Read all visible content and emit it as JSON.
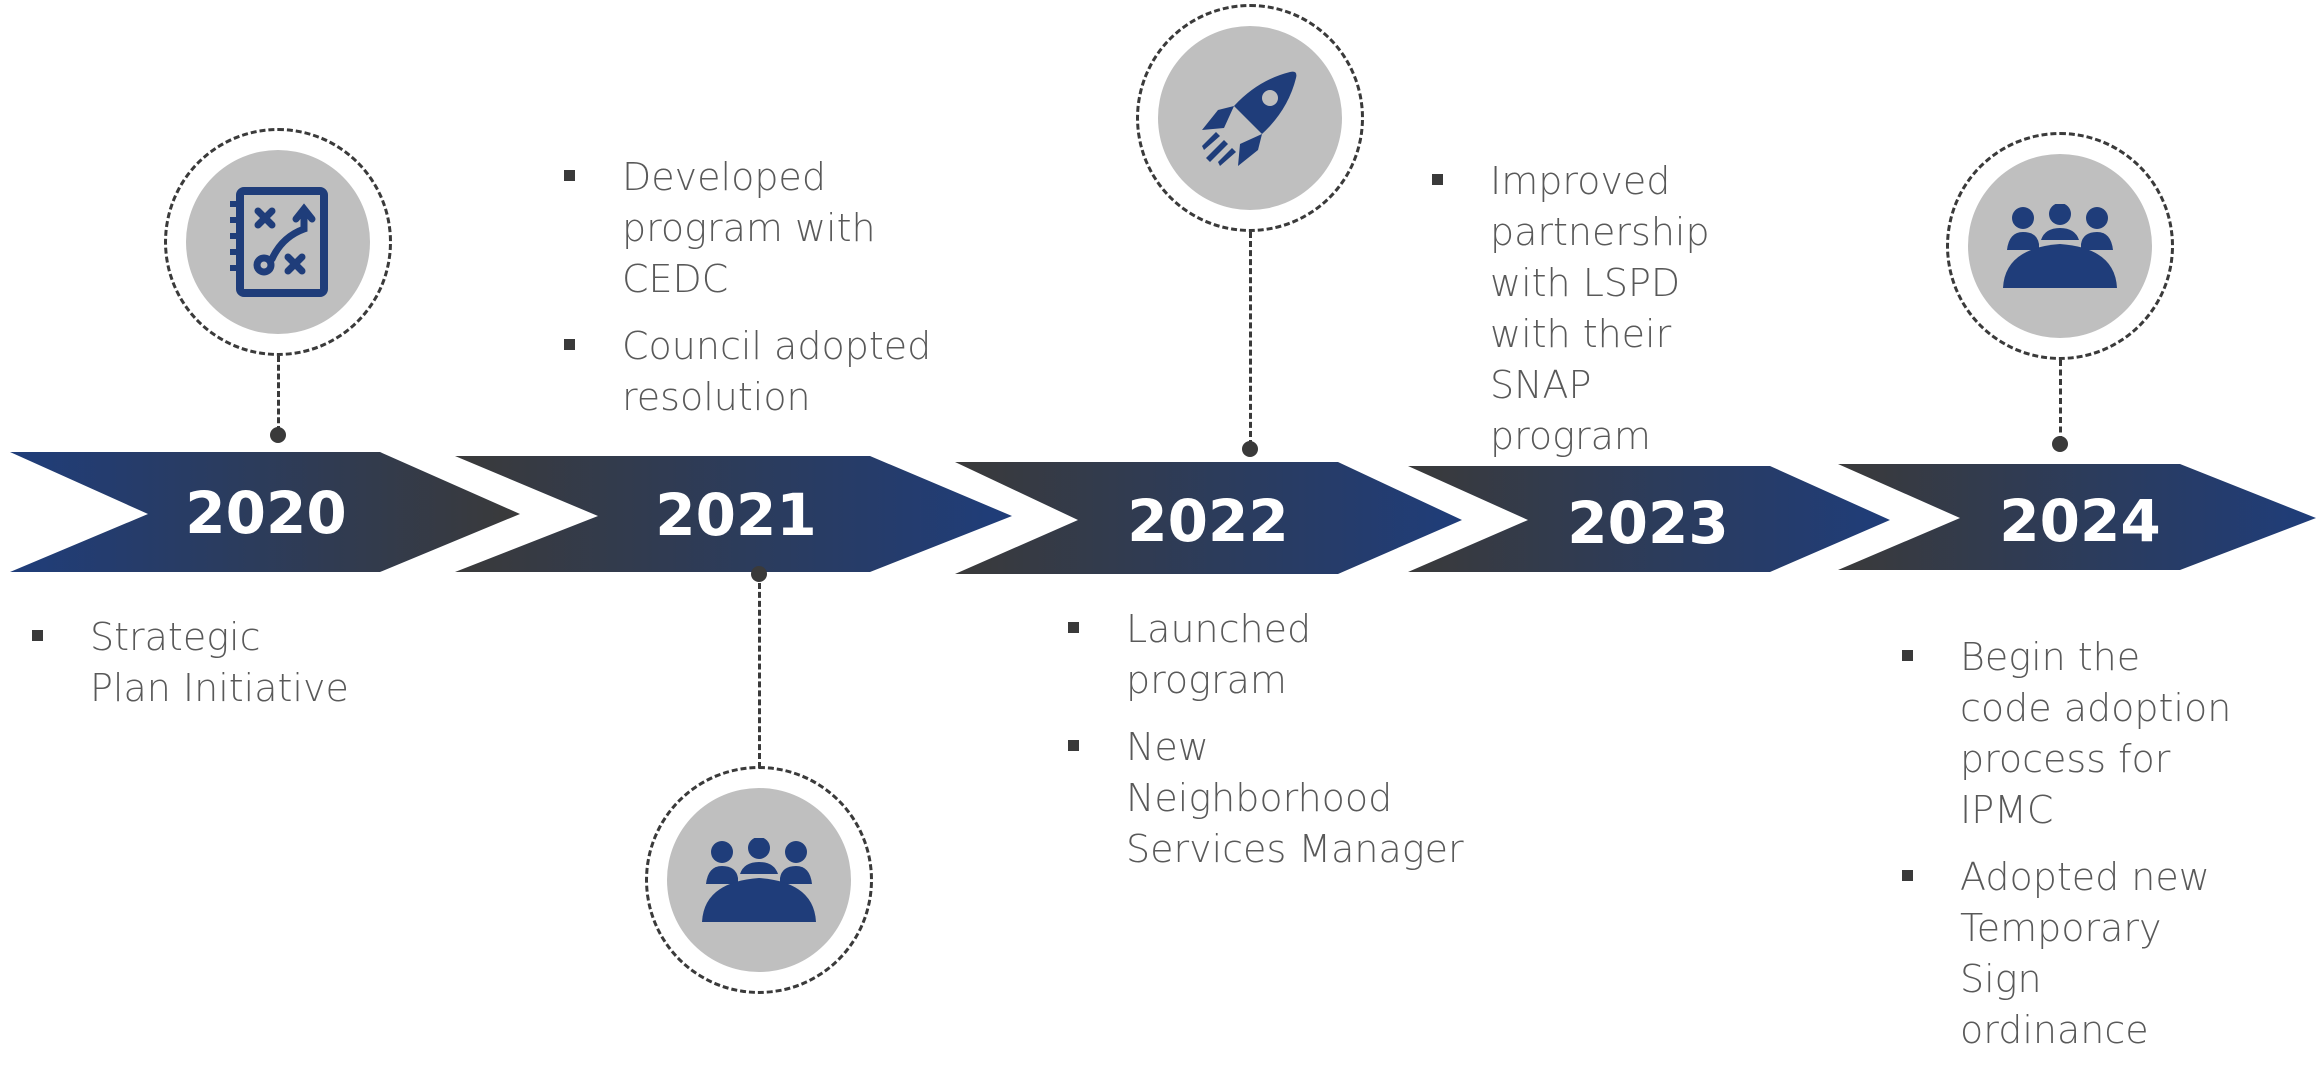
{
  "colors": {
    "navy": "#1f3d7a",
    "charcoal": "#3a3a3a",
    "disc_gray": "#bfbfbf",
    "text_gray": "#595959"
  },
  "milestones": [
    {
      "year": "2020",
      "icon": "strategy-plan-icon",
      "bullets": [
        "Strategic Plan Initiative"
      ]
    },
    {
      "year": "2021",
      "icon": "meeting-group-icon",
      "bullets": [
        "Developed program with CEDC",
        "Council adopted resolution"
      ]
    },
    {
      "year": "2022",
      "icon": "rocket-icon",
      "bullets": [
        "Launched program",
        "New Neighborhood Services Manager"
      ]
    },
    {
      "year": "2023",
      "icon": null,
      "bullets": [
        "Improved partnership with LSPD with their SNAP program"
      ]
    },
    {
      "year": "2024",
      "icon": "meeting-group-icon",
      "bullets": [
        "Begin the code adoption process for IPMC",
        "Adopted new Temporary Sign ordinance"
      ]
    }
  ]
}
